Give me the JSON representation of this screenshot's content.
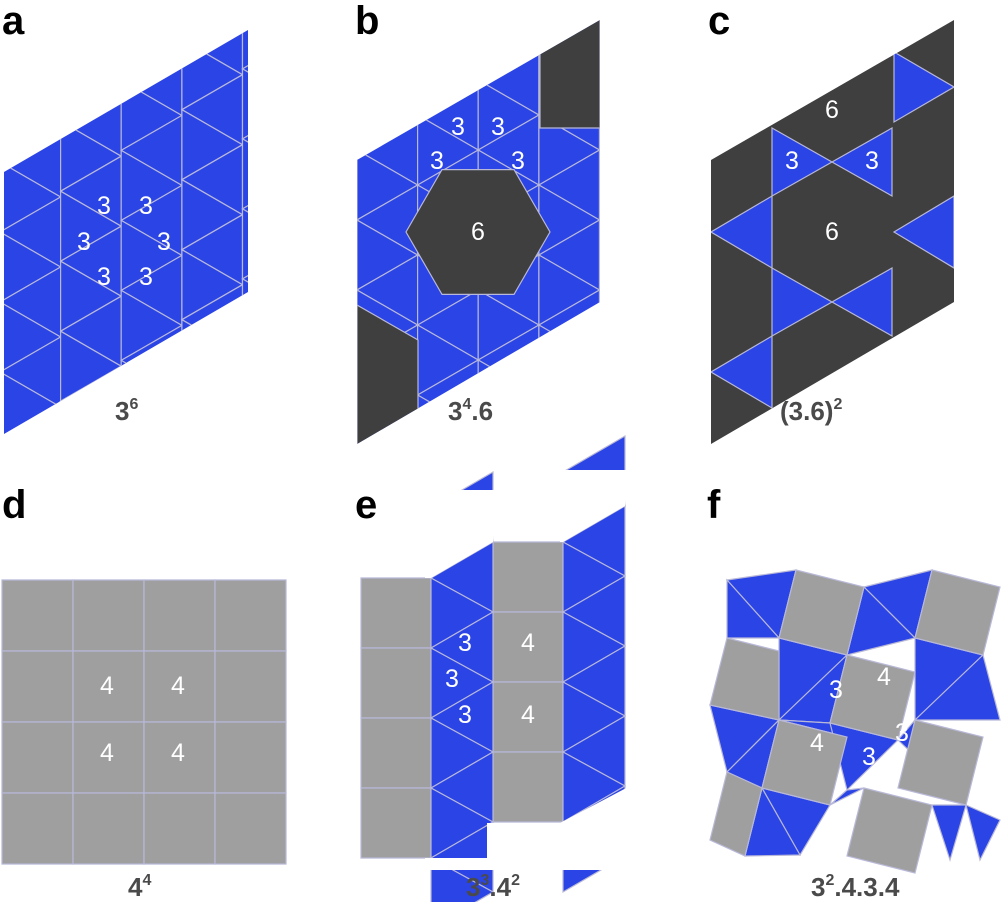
{
  "colors": {
    "triangle": "#2b44e6",
    "hexagon": "#3f3f3f",
    "square": "#9f9f9f",
    "edge": "#b8b8d8",
    "number": "#ffffff",
    "caption": "#4a4a4a"
  },
  "panels": [
    {
      "id": "a",
      "letter": "a",
      "caption": {
        "base": "3",
        "sup": "6",
        "rest": ""
      },
      "numbers": [
        "3",
        "3",
        "3",
        "3",
        "3",
        "3"
      ]
    },
    {
      "id": "b",
      "letter": "b",
      "caption": {
        "base": "3",
        "sup": "4",
        "rest": ".6"
      },
      "numbers": [
        "3",
        "3",
        "3",
        "3",
        "6"
      ]
    },
    {
      "id": "c",
      "letter": "c",
      "caption": {
        "base": "(3.6)",
        "sup": "2",
        "rest": ""
      },
      "numbers": [
        "6",
        "3",
        "3",
        "6"
      ]
    },
    {
      "id": "d",
      "letter": "d",
      "caption": {
        "base": "4",
        "sup": "4",
        "rest": ""
      },
      "numbers": [
        "4",
        "4",
        "4",
        "4"
      ]
    },
    {
      "id": "e",
      "letter": "e",
      "caption": {
        "base": "3",
        "sup": "3",
        "rest": ".4",
        "sup2": "2"
      },
      "numbers": [
        "3",
        "4",
        "3",
        "3",
        "4"
      ]
    },
    {
      "id": "f",
      "letter": "f",
      "caption": {
        "base": "3",
        "sup": "2",
        "rest": ".4.3.4"
      },
      "numbers": [
        "3",
        "4",
        "4",
        "3",
        "3"
      ]
    }
  ]
}
